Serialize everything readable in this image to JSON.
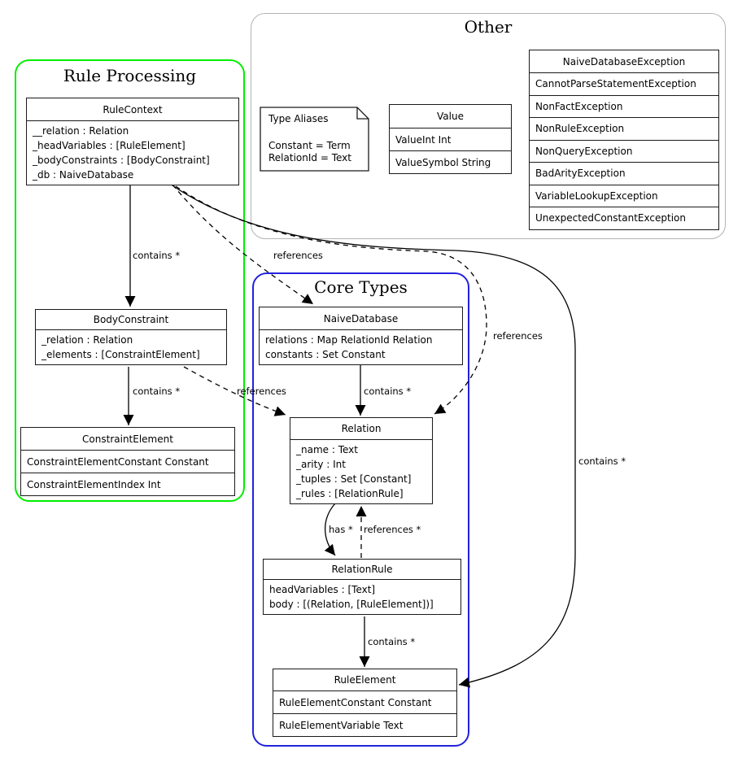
{
  "groups": {
    "rule_processing": {
      "title": "Rule Processing",
      "border_color": "#00ee00"
    },
    "other": {
      "title": "Other",
      "border_color": "#b4b4b4"
    },
    "core_types": {
      "title": "Core Types",
      "border_color": "#2222dd"
    }
  },
  "nodes": {
    "rule_context": {
      "title": "RuleContext",
      "fields": [
        "__relation : Relation",
        "_headVariables : [RuleElement]",
        "_bodyConstraints : [BodyConstraint]",
        "_db : NaiveDatabase"
      ]
    },
    "body_constraint": {
      "title": "BodyConstraint",
      "fields": [
        "_relation : Relation",
        "_elements : [ConstraintElement]"
      ]
    },
    "constraint_element": {
      "title": "ConstraintElement",
      "rows": [
        "ConstraintElementConstant Constant",
        "ConstraintElementIndex Int"
      ]
    },
    "type_aliases": {
      "title": "Type Aliases",
      "lines": [
        "Constant = Term",
        "RelationId = Text"
      ]
    },
    "value": {
      "title": "Value",
      "rows": [
        "ValueInt Int",
        "ValueSymbol String"
      ]
    },
    "exceptions": {
      "title": "NaiveDatabaseException",
      "rows": [
        "CannotParseStatementException",
        "NonFactException",
        "NonRuleException",
        "NonQueryException",
        "BadArityException",
        "VariableLookupException",
        "UnexpectedConstantException"
      ]
    },
    "naive_database": {
      "title": "NaiveDatabase",
      "fields": [
        "relations : Map RelationId Relation",
        "constants : Set Constant"
      ]
    },
    "relation": {
      "title": "Relation",
      "fields": [
        "_name : Text",
        "_arity : Int",
        "_tuples : Set [Constant]",
        "_rules : [RelationRule]"
      ]
    },
    "relation_rule": {
      "title": "RelationRule",
      "fields": [
        "headVariables : [Text]",
        "body : [(Relation, [RuleElement])]"
      ]
    },
    "rule_element": {
      "title": "RuleElement",
      "rows": [
        "RuleElementConstant Constant",
        "RuleElementVariable Text"
      ]
    }
  },
  "edge_labels": {
    "rulecontext_bodyconstraint": "contains *",
    "bodyconstraint_constraintelement": "contains *",
    "bodyconstraint_relation": "references",
    "rulecontext_naivedatabase": "references",
    "naivedatabase_relation": "contains *",
    "rulecontext_relation": "references",
    "rulecontext_ruleelement": "contains *",
    "relation_relationrule": "has *",
    "relationrule_relation": "references *",
    "relationrule_ruleelement": "contains *"
  }
}
